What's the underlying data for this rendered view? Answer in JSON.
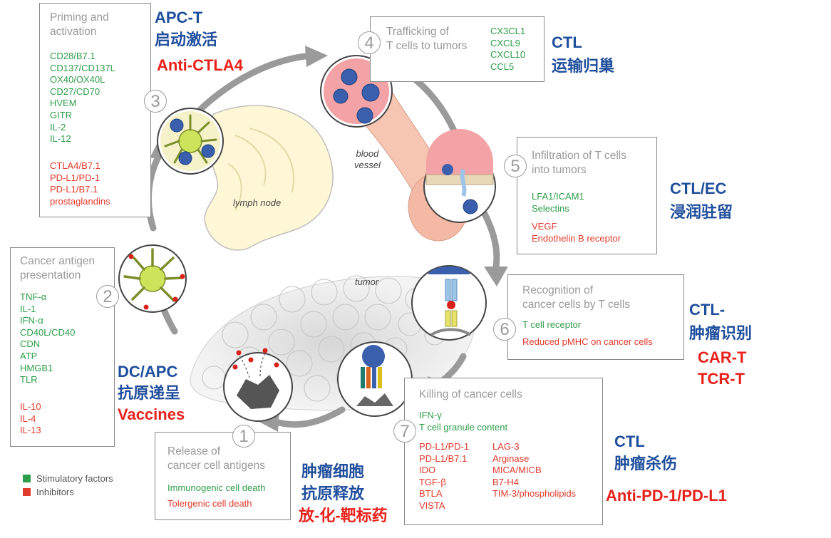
{
  "steps": [
    {
      "num": "1",
      "title_line1": "Release of",
      "title_line2": "cancer cell antigens",
      "stimulatory": [
        "Immunogenic cell death"
      ],
      "inhibitors": [
        "Tolergenic cell death"
      ]
    },
    {
      "num": "2",
      "title_line1": "Cancer antigen",
      "title_line2": "presentation",
      "stimulatory": [
        "TNF-α",
        "IL-1",
        "IFN-α",
        "CD40L/CD40",
        "CDN",
        "ATP",
        "HMGB1",
        "TLR"
      ],
      "inhibitors": [
        "IL-10",
        "IL-4",
        "IL-13"
      ]
    },
    {
      "num": "3",
      "title_line1": "Priming and",
      "title_line2": "activation",
      "stimulatory": [
        "CD28/B7.1",
        "CD137/CD137L",
        "OX40/OX40L",
        "CD27/CD70",
        "HVEM",
        "GITR",
        "IL-2",
        "IL-12"
      ],
      "inhibitors": [
        "CTLA4/B7.1",
        "PD-L1/PD-1",
        "PD-L1/B7.1",
        "prostaglandins"
      ]
    },
    {
      "num": "4",
      "title_line1": "Trafficking of",
      "title_line2": "T cells to tumors",
      "stimulatory": [
        "CX3CL1",
        "CXCL9",
        "CXCL10",
        "CCL5"
      ],
      "inhibitors": []
    },
    {
      "num": "5",
      "title_line1": "Infiltration of T cells",
      "title_line2": "into tumors",
      "stimulatory": [
        "LFA1/ICAM1",
        "Selectins"
      ],
      "inhibitors": [
        "VEGF",
        "Endothelin B receptor"
      ]
    },
    {
      "num": "6",
      "title_line1": "Recognition of",
      "title_line2": "cancer cells by T cells",
      "stimulatory": [
        "T cell receptor"
      ],
      "inhibitors": [
        "Reduced pMHC on cancer cells"
      ]
    },
    {
      "num": "7",
      "title_line1": "Killing of cancer cells",
      "title_line2": "",
      "stimulatory": [
        "IFN-γ",
        "T cell granule content"
      ],
      "inhibitors_col1": [
        "PD-L1/PD-1",
        "PD-L1/B7.1",
        "IDO",
        "TGF-β",
        "BTLA",
        "VISTA"
      ],
      "inhibitors_col2": [
        "LAG-3",
        "Arginase",
        "MICA/MICB",
        "B7-H4",
        "TIM-3/phospholipids"
      ]
    }
  ],
  "annotations": {
    "apc_t": "APC-T",
    "apc_t_cn": "启动激活",
    "anti_ctla4": "Anti-CTLA4",
    "ctl_traffic": "CTL",
    "ctl_traffic_cn": "运输归巢",
    "ctl_ec": "CTL/EC",
    "ctl_ec_cn": "浸润驻留",
    "ctl_recog": "CTL-",
    "ctl_recog_cn": "肿瘤识别",
    "car_t": "CAR-T",
    "tcr_t": "TCR-T",
    "dc_apc": "DC/APC",
    "dc_apc_cn": "抗原递呈",
    "vaccines": "Vaccines",
    "release_cn1": "肿瘤细胞",
    "release_cn2": "抗原释放",
    "release_cn3": "放-化-靶标药",
    "ctl_kill": "CTL",
    "ctl_kill_cn": "肿瘤杀伤",
    "anti_pd1": "Anti-PD-1/PD-L1"
  },
  "labels": {
    "blood_vessel_1": "blood",
    "blood_vessel_2": "vessel",
    "lymph_node": "lymph node",
    "tumor": "tumor"
  },
  "legend": {
    "stimulatory": "Stimulatory factors",
    "inhibitors": "Inhibitors",
    "stimulatory_color": "#2e9d4a",
    "inhibitors_color": "#e23a2c"
  }
}
